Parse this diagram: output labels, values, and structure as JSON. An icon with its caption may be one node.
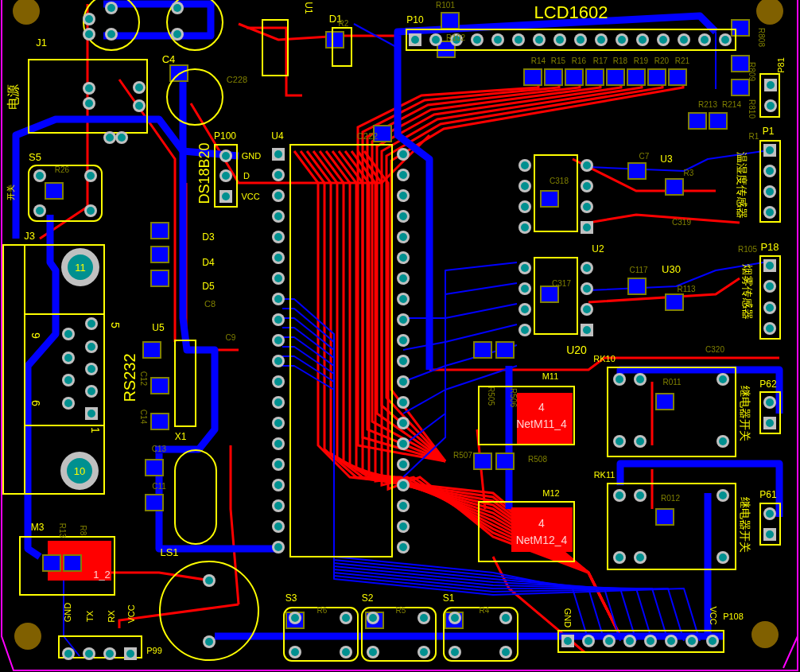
{
  "diagram": {
    "labels": [
      "U1",
      "D1",
      "R2",
      "J1",
      "C4",
      "C228",
      "电源",
      "P100",
      "U4",
      "C222",
      "DS18B20",
      "GND",
      "D",
      "VCC",
      "S5",
      "R26",
      "开关",
      "J3",
      "D3",
      "D4",
      "D5",
      "C8",
      "11",
      "5",
      "9",
      "6",
      "1",
      "U5",
      "RS232",
      "C12",
      "C14",
      "X1",
      "C9",
      "LS1",
      "C13",
      "C11",
      "10",
      "M3",
      "R13",
      "R8",
      "1_2",
      "GND",
      "TX",
      "RX",
      "VCC",
      "P99",
      "S3",
      "S2",
      "S1",
      "R6",
      "R5",
      "R4",
      "GND",
      "VCC",
      "P108",
      "P10",
      "R101",
      "R102",
      "LCD1602",
      "R14",
      "R15",
      "R16",
      "R17",
      "R18",
      "R19",
      "R20",
      "R21",
      "R213",
      "R214",
      "R808",
      "R809",
      "R810",
      "P81",
      "P1",
      "R1",
      "温湿度传感器",
      "C7",
      "U3",
      "R3",
      "C318",
      "C319",
      "U2",
      "C317",
      "C117",
      "U30",
      "R113",
      "R105",
      "P18",
      "烟雾传感器",
      "U20",
      "C320",
      "RK10",
      "R011",
      "继电器开关",
      "P62",
      "M11",
      "R505",
      "R506",
      "4",
      "NetM11_4",
      "R507",
      "R508",
      "M12",
      "RK11",
      "R012",
      "4",
      "NetM12_4",
      "P61",
      "继电器开关"
    ]
  }
}
